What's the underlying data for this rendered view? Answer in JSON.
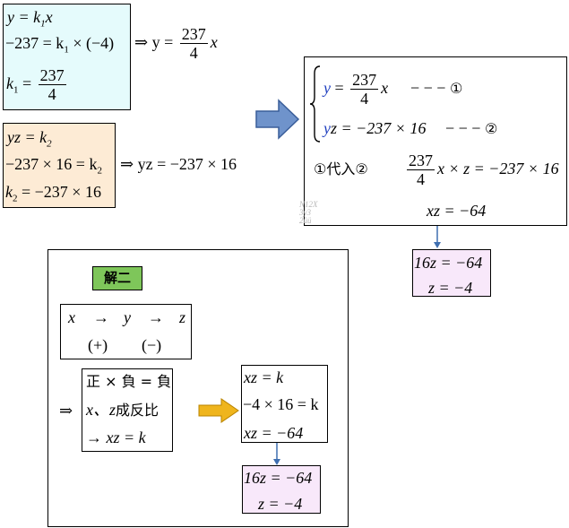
{
  "box1": {
    "l1_lhs": "y = k",
    "l1_sub": "1",
    "l1_rhs": "x",
    "l2_lhs": "−237 = k",
    "l2_sub": "1",
    "l2_mid": " × (−4)",
    "l2_implies": "⇒ y = ",
    "l2_num": "237",
    "l2_den": "4",
    "l2_end": "x",
    "l3_k": "k",
    "l3_sub": "1",
    "l3_eq": " = ",
    "l3_num": "237",
    "l3_den": "4"
  },
  "box2": {
    "l1": "yz = k",
    "l1_sub": "2",
    "l2": "−237 × 16 = k",
    "l2_sub": "2",
    "l2_implies": "⇒ yz = −237 × 16",
    "l3_k": "k",
    "l3_sub": "2",
    "l3_rhs": " = −237 × 16"
  },
  "system": {
    "eq1_y": "y",
    "eq1_eq": " = ",
    "eq1_num": "237",
    "eq1_den": "4",
    "eq1_x": "x",
    "eq1_dash": "− − −",
    "eq1_mark": "①",
    "eq2_y": "y",
    "eq2_rest": "z = −237 × 16",
    "eq2_dash": "− − −",
    "eq2_mark": "②",
    "sub_label": "①代入②",
    "sub_num": "237",
    "sub_den": "4",
    "sub_rest": "x × z = −237 × 16",
    "result": "xz = −64"
  },
  "watermark": {
    "l1": "N12X",
    "l2": "3y3",
    "l3": "2ûü"
  },
  "box_z1": {
    "l1": "16z = −64",
    "l2": "z = −4"
  },
  "sol2": {
    "tag": "解二",
    "vars": {
      "x": "x",
      "arrow1": "→",
      "y": "y",
      "arrow2": "→",
      "z": "z"
    },
    "signs": {
      "s1": "(+)",
      "s2": "(−)"
    },
    "implies": "⇒",
    "rule1": "正 × 負 = 負",
    "rule2_var": "x、z",
    "rule2_text": "成反比",
    "rule3": "→ xz = k",
    "eq1": "xz = k",
    "eq2": "−4 × 16 = k",
    "eq3": "xz = −64",
    "z1": "16z = −64",
    "z2": "z = −4"
  },
  "colors": {
    "box1_fill": "#e5fbfc",
    "box2_fill": "#fdebd5",
    "zbox_fill": "#f8e8fa",
    "tag_fill": "#7ec65a",
    "big_arrow": "#6f93cb",
    "small_arrow": "#efb51d",
    "connector": "#3f6fb0"
  }
}
